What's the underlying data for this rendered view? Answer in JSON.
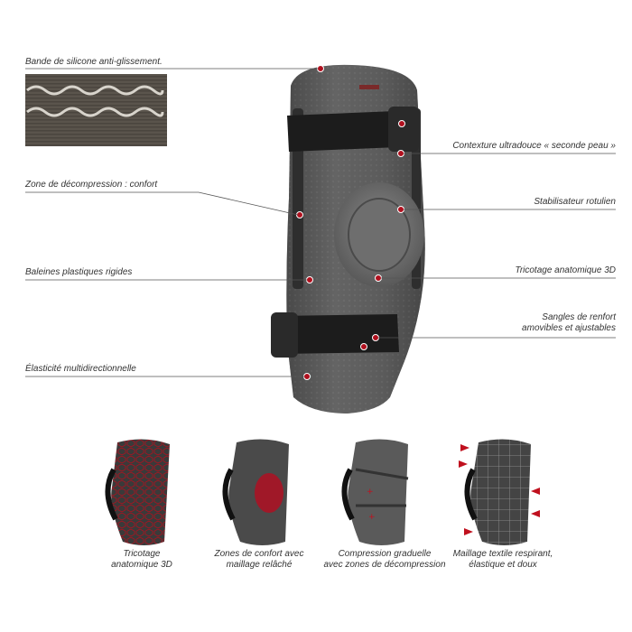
{
  "callouts": {
    "silicone_band": "Bande de silicone anti-glissement.",
    "decompression_zone": "Zone de décompression : confort",
    "plastic_stays": "Baleines plastiques rigides",
    "multidirectional_elasticity": "Élasticité multidirectionnelle",
    "soft_texture": "Contexture ultradouce « seconde peau »",
    "patellar_stabilizer": "Stabilisateur rotulien",
    "knit_3d": "Tricotage anatomique 3D",
    "straps_line1": "Sangles de renfort",
    "straps_line2": "amovibles et ajustables"
  },
  "features": [
    {
      "line1": "Tricotage",
      "line2": "anatomique 3D"
    },
    {
      "line1": "Zones de confort avec",
      "line2": "maillage relâché"
    },
    {
      "line1": "Compression graduelle",
      "line2": "avec zones de décompression"
    },
    {
      "line1": "Maillage textile respirant,",
      "line2": "élastique et doux"
    }
  ],
  "colors": {
    "accent": "#b0101e",
    "fabric": "#5a5a5a",
    "strap": "#1c1c1c"
  }
}
